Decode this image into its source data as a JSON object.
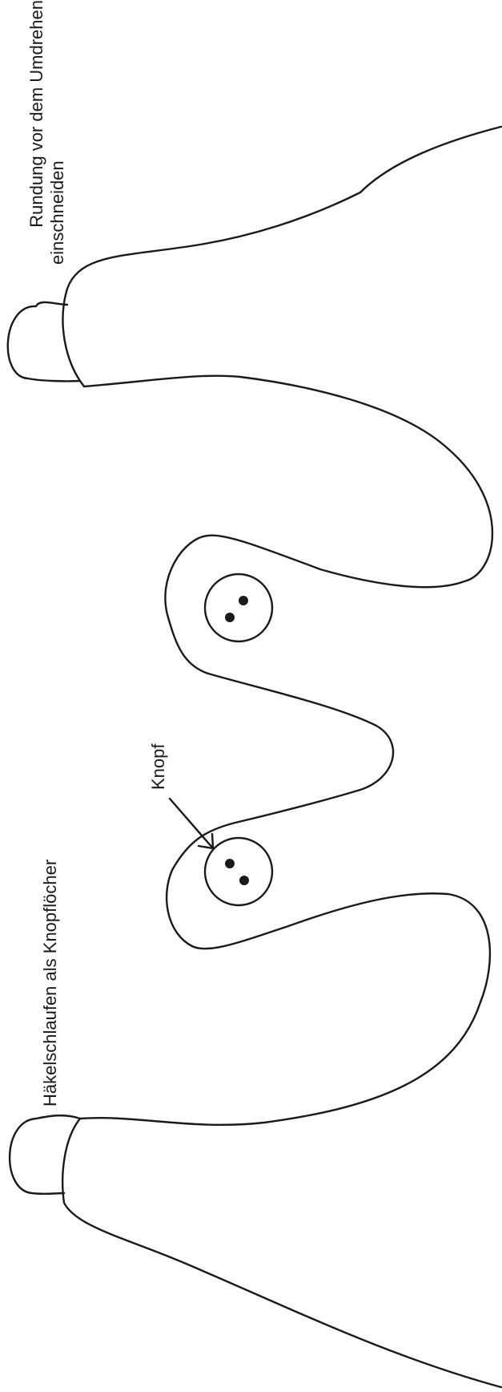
{
  "labels": {
    "top_right_line1": "Rundung vor dem Umdrehen",
    "top_right_line2": "einschneiden",
    "left": "Häkelschlaufen als Knopflöcher",
    "button": "Knopf"
  },
  "colors": {
    "stroke": "#1a1a1a",
    "background": "#ffffff"
  }
}
